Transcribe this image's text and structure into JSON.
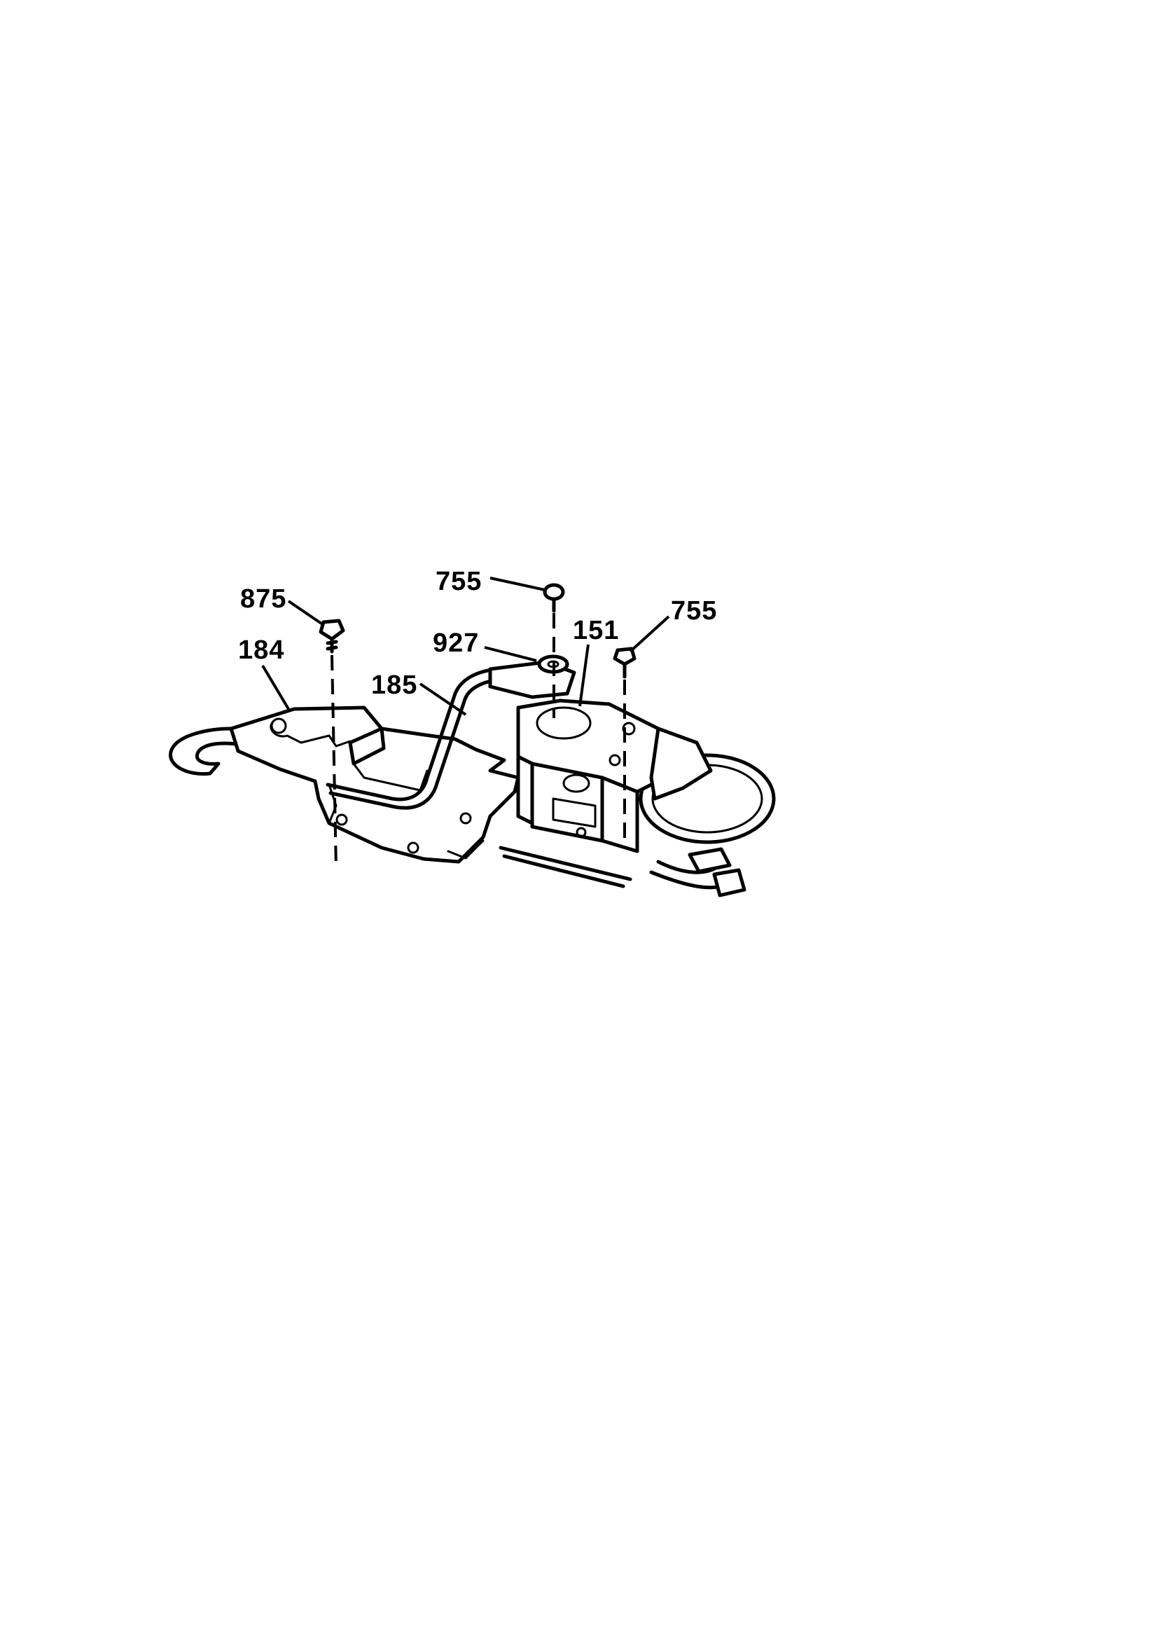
{
  "colors": {
    "ink": "#000000",
    "paper": "#ffffff"
  },
  "labels": {
    "p875": "875",
    "p184": "184",
    "p185": "185",
    "p755a": "755",
    "p927": "927",
    "p151": "151",
    "p755b": "755"
  }
}
